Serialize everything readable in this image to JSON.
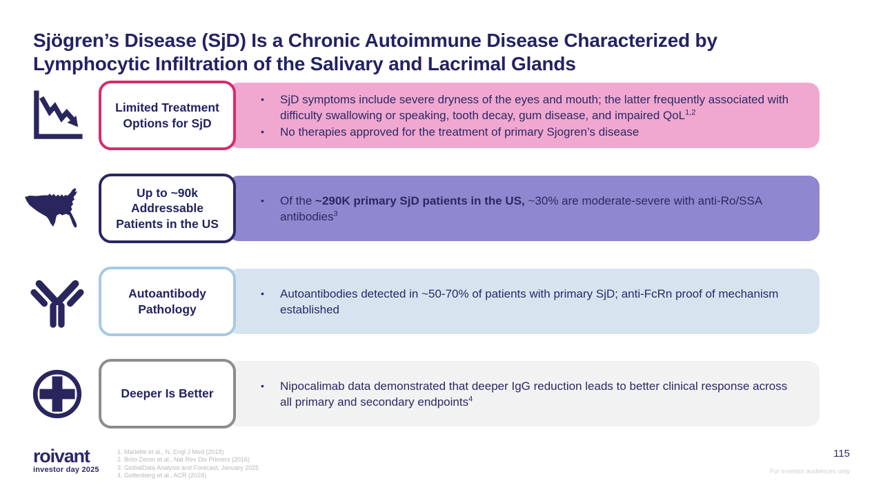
{
  "title_line1": "Sjögren’s Disease (SjD) Is a Chronic Autoimmune Disease Characterized by",
  "title_line2": "Lymphocytic Infiltration of the Salivary and Lacrimal Glands",
  "bullet_char": "•",
  "colors": {
    "title_text": "#232262",
    "body_text": "#2a2963",
    "icon_navy": "#29265e"
  },
  "rows": [
    {
      "icon": "declining-chart-icon",
      "label_lines": [
        "Limited Treatment",
        "Options for SjD"
      ],
      "border_color": "#d62b6e",
      "bar_color": "#f0a8d0",
      "bullets": [
        {
          "text": "SjD symptoms include severe dryness of the eyes and mouth; the latter frequently associated with difficulty swallowing or speaking, tooth decay, gum disease, and impaired QoL",
          "sup": "1,2"
        },
        {
          "text": "No therapies approved for the treatment of primary Sjogren’s disease"
        }
      ]
    },
    {
      "icon": "us-map-icon",
      "label_lines": [
        "Up to ~90k",
        "Addressable",
        "Patients in the US"
      ],
      "border_color": "#2a2663",
      "bar_color": "#8f88d0",
      "bullets": [
        {
          "pre": "Of the ",
          "bold": "~290K primary SjD patients in the US,",
          "post": " ~30% are moderate-severe with anti-Ro/SSA antibodies",
          "sup": "3"
        }
      ]
    },
    {
      "icon": "antibody-icon",
      "label_lines": [
        "Autoantibody",
        "Pathology"
      ],
      "border_color": "#a6c9e4",
      "bar_color": "#d6e4f0",
      "bullets": [
        {
          "text": "Autoantibodies detected in ~50-70% of patients with primary SjD; anti-FcRn proof of mechanism established"
        }
      ]
    },
    {
      "icon": "medical-cross-icon",
      "label_lines": [
        "Deeper Is Better"
      ],
      "border_color": "#8c8c8c",
      "bar_color": "#f2f2f2",
      "bullets": [
        {
          "text": "Nipocalimab data demonstrated that deeper IgG reduction leads to better clinical response across all primary and secondary endpoints",
          "sup": "4"
        }
      ]
    }
  ],
  "footer": {
    "logo_text": "roivant",
    "logo_subtext": "investor day 2025",
    "footnotes": [
      "1. Mariette et al., N. Engl J Med (2018)",
      "2. Brito-Zeron et al., Nat Rev Dis Primers (2016)",
      "3. GlobalData Analysis and Forecast, January 2025",
      "4. Gottenberg et al., ACR (2024)"
    ],
    "page_number": "115",
    "disclaimer": "For investor audiences only"
  }
}
